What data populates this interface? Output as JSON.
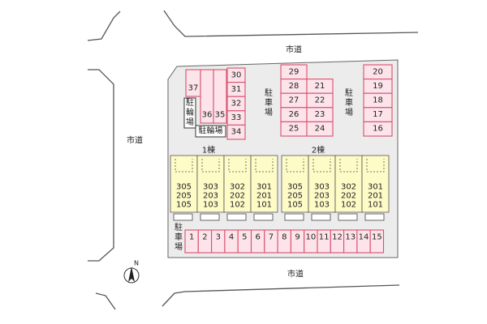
{
  "roads": {
    "top": "市道",
    "left": "市道",
    "bottom": "市道"
  },
  "compass": {
    "north": "N"
  },
  "parking_area_labels": {
    "center_left": "駐車場",
    "center_right": "駐車場",
    "bottom_left": "駐車場"
  },
  "bicycle_parking": {
    "vertical": "駐輪場",
    "horizontal": "駐輪場"
  },
  "buildings": [
    {
      "name": "1棟",
      "units": [
        [
          "305",
          "205",
          "105"
        ],
        [
          "303",
          "203",
          "103"
        ],
        [
          "302",
          "202",
          "102"
        ],
        [
          "301",
          "201",
          "101"
        ]
      ]
    },
    {
      "name": "2棟",
      "units": [
        [
          "305",
          "205",
          "105"
        ],
        [
          "303",
          "203",
          "103"
        ],
        [
          "302",
          "202",
          "102"
        ],
        [
          "301",
          "201",
          "101"
        ]
      ]
    }
  ],
  "parking_spaces": {
    "bottom_row": [
      "1",
      "2",
      "3",
      "4",
      "5",
      "6",
      "7",
      "8",
      "9",
      "10",
      "11",
      "12",
      "13",
      "14",
      "15"
    ],
    "col_16_20": [
      "20",
      "19",
      "18",
      "17",
      "16"
    ],
    "col_21_24": [
      "21",
      "22",
      "23",
      "24"
    ],
    "col_25_29": [
      "29",
      "28",
      "27",
      "26",
      "25"
    ],
    "col_30_34": [
      "30",
      "31",
      "32",
      "33",
      "34"
    ],
    "slot_35": "35",
    "slot_36": "36",
    "slot_37": "37"
  }
}
